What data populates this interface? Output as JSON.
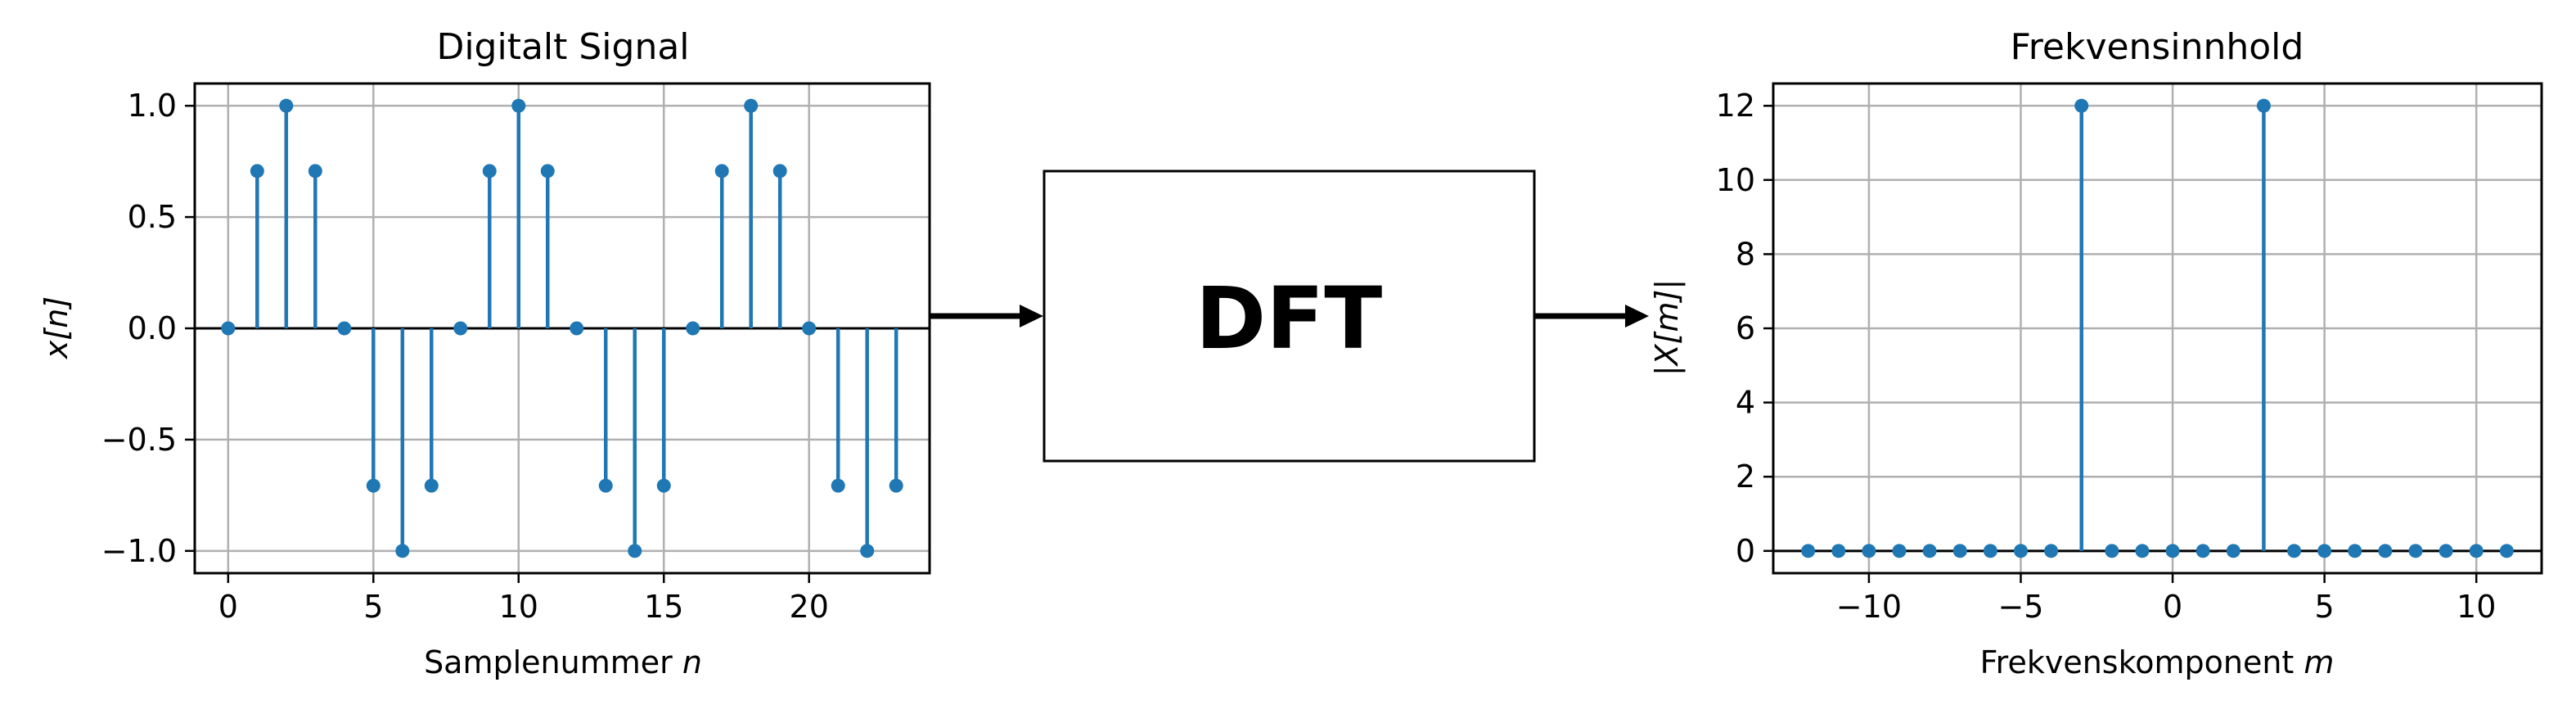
{
  "colors": {
    "stem": "#1f77b4",
    "grid": "#b0b0b0",
    "axis": "#000000",
    "baseline": "#000000"
  },
  "chart_data": [
    {
      "type": "stem",
      "title": "Digitalt Signal",
      "xlabel_text": "Samplenummer ",
      "xlabel_var": "n",
      "ylabel": "x[n]",
      "xlim": [
        -1.15,
        24.15
      ],
      "ylim": [
        -1.1,
        1.1
      ],
      "xticks": [
        0,
        5,
        10,
        15,
        20
      ],
      "xtick_labels": [
        "0",
        "5",
        "10",
        "15",
        "20"
      ],
      "yticks": [
        -1.0,
        -0.5,
        0.0,
        0.5,
        1.0
      ],
      "ytick_labels": [
        "−1.0",
        "−0.5",
        "0.0",
        "0.5",
        "1.0"
      ],
      "grid": true,
      "x": [
        0,
        1,
        2,
        3,
        4,
        5,
        6,
        7,
        8,
        9,
        10,
        11,
        12,
        13,
        14,
        15,
        16,
        17,
        18,
        19,
        20,
        21,
        22,
        23
      ],
      "y": [
        0,
        0.707,
        1,
        0.707,
        0,
        -0.707,
        -1,
        -0.707,
        0,
        0.707,
        1,
        0.707,
        0,
        -0.707,
        -1,
        -0.707,
        0,
        0.707,
        1,
        0.707,
        0,
        -0.707,
        -1,
        -0.707
      ]
    },
    {
      "type": "stem",
      "title": "Frekvensinnhold",
      "xlabel_text": "Frekvenskomponent ",
      "xlabel_var": "m",
      "ylabel": "|X[m]|",
      "xlim": [
        -13.15,
        12.15
      ],
      "ylim": [
        -0.6,
        12.6
      ],
      "xticks": [
        -10,
        -5,
        0,
        5,
        10
      ],
      "xtick_labels": [
        "−10",
        "−5",
        "0",
        "5",
        "10"
      ],
      "yticks": [
        0,
        2,
        4,
        6,
        8,
        10,
        12
      ],
      "ytick_labels": [
        "0",
        "2",
        "4",
        "6",
        "8",
        "10",
        "12"
      ],
      "grid": true,
      "x": [
        -12,
        -11,
        -10,
        -9,
        -8,
        -7,
        -6,
        -5,
        -4,
        -3,
        -2,
        -1,
        0,
        1,
        2,
        3,
        4,
        5,
        6,
        7,
        8,
        9,
        10,
        11
      ],
      "y": [
        0,
        0,
        0,
        0,
        0,
        0,
        0,
        0,
        0,
        12,
        0,
        0,
        0,
        0,
        0,
        12,
        0,
        0,
        0,
        0,
        0,
        0,
        0,
        0
      ]
    }
  ],
  "block": {
    "label": "DFT"
  }
}
